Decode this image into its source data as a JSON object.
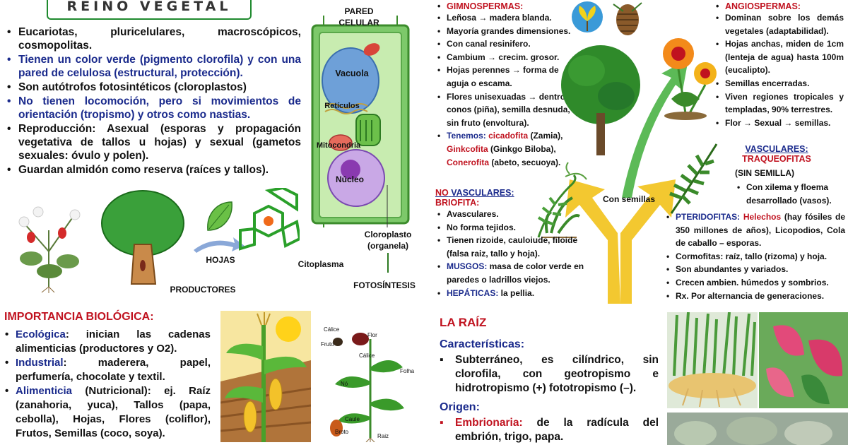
{
  "title": "REINO VEGETAL",
  "characteristics": [
    "Eucariotas, pluricelulares, macroscópicos, cosmopolitas.",
    "Tienen un color verde (pigmento clorofila) y con una pared de celulosa (estructural, protección).",
    "Son autótrofos fotosintéticos (cloroplastos)",
    "No tienen locomoción, pero si movimientos de orientación (tropismo) y otros como nastias.",
    "Reproducción: Asexual (esporas y propagación vegetativa de tallos u hojas) y sexual (gametos sexuales: óvulo y polen).",
    "Guardan almidón como reserva (raíces y tallos)."
  ],
  "cell_labels": {
    "pared": "PARED",
    "celular": "CELULAR",
    "vacuola": "Vacuola",
    "reticulo": "Retículos",
    "mitocondria": "Mitocondria",
    "nucleo": "Núcleo",
    "citoplasma": "Citoplasma",
    "cloroplasto": "Cloroplasto",
    "organela": "(organela)",
    "fotosintesis": "FOTOSÍNTESIS"
  },
  "producer_labels": {
    "hojas": "HOJAS",
    "productores": "PRODUCTORES"
  },
  "importancia": {
    "title": "IMPORTANCIA BIOLÓGICA:",
    "items": [
      {
        "key": "Ecológica",
        "text": ": inician las cadenas alimenticias (productores y O2)."
      },
      {
        "key": "Industrial",
        "text": ": maderera, papel, perfumería, chocolate y textil."
      },
      {
        "key": "Alimenticia",
        "text": " (Nutricional): ej. Raíz (zanahoria, yuca), Tallos (papa, cebolla), Hojas, Flores (coliflor), Frutos, Semillas (coco, soya)."
      }
    ]
  },
  "plant_parts": {
    "calice": "Cálice",
    "flor": "Flor",
    "fruto": "Fruto",
    "calice2": "Cálice",
    "folha": "Folha",
    "no": "Nó",
    "caule": "Caule",
    "broto": "Broto",
    "raiz": "Raiz"
  },
  "gimnospermas": {
    "title": "GIMNOSPERMAS:",
    "items": [
      "Leñosa → madera blanda.",
      "Mayoría grandes dimensiones.",
      "Con canal resinifero.",
      "Cambium → crecim. grosor.",
      "Hojas perennes → forma de aguja o escama.",
      "Flores unisexuadas → dentro conos (piña), semilla desnuda, sin fruto (envoltura)."
    ],
    "tenemos_label": "Tenemos: ",
    "cicadofita": "cicadofita",
    "cicadofita_note": " (Zamia),",
    "ginkcofita": "Ginkcofita",
    "ginkcofita_note": " (Ginkgo Biloba),",
    "conerofita": "Conerofita",
    "conerofita_note": " (abeto, secuoya)."
  },
  "angiospermas": {
    "title": "ANGIOSPERMAS:",
    "items": [
      "Dominan sobre los demás vegetales (adaptabilidad).",
      "Hojas anchas, miden de 1cm (lenteja de agua) hasta 100m (eucalipto).",
      "Semillas encerradas.",
      "Viven regiones tropicales y templadas, 90% terrestres.",
      "Flor → Sexual → semillas."
    ]
  },
  "no_vasculares": {
    "title_no": "NO",
    "title_rest": "VASCULARES:",
    "briofita": "BRIOFITA:",
    "items": [
      "Avasculares.",
      "No forma tejidos.",
      "Tienen rizoide, cauloiude, filoide (falsa raiz, tallo y hoja)."
    ],
    "musgos_key": "MUSGOS:",
    "musgos_text": " masa de color verde en paredes o ladrillos viejos.",
    "hepaticas_key": "HEPÁTICAS:",
    "hepaticas_text": " la pellia."
  },
  "con_semillas": "Con semillas",
  "vasculares": {
    "title": "VASCULARES:",
    "traqueofitas": "TRAQUEOFITAS",
    "sin_semilla": "(SIN SEMILLA)",
    "xilema": "Con xilema y floema desarrollado (vasos).",
    "pteridofitas_key": "PTERIDOFITAS:",
    "helechos": "Helechos",
    "pteridofitas_text": " (hay fósiles de 350 millones de años), Licopodios, Cola de caballo – esporas.",
    "items": [
      "Cormofitas: raíz, tallo (rizoma) y hoja.",
      "Son abundantes y variados.",
      "Crecen ambien. húmedos y sombrios.",
      "Rx. Por alternancia de generaciones."
    ]
  },
  "raiz": {
    "title": "LA RAÍZ",
    "caracteristicas": "Características:",
    "caract_text": "Subterráneo, es cilíndrico, sin clorofila, con geotropismo e hidrotropismo (+) fototropismo (–).",
    "origen": "Origen:",
    "embrionaria_key": "Embrionaria:",
    "embrionaria_text": " de la radícula del embrión, trigo, papa."
  },
  "colors": {
    "green": "#1f8a2e",
    "red": "#c0121f",
    "blue": "#1a2a8c",
    "arrow_green": "#3fae3a",
    "arrow_yellow": "#f2c21a"
  }
}
